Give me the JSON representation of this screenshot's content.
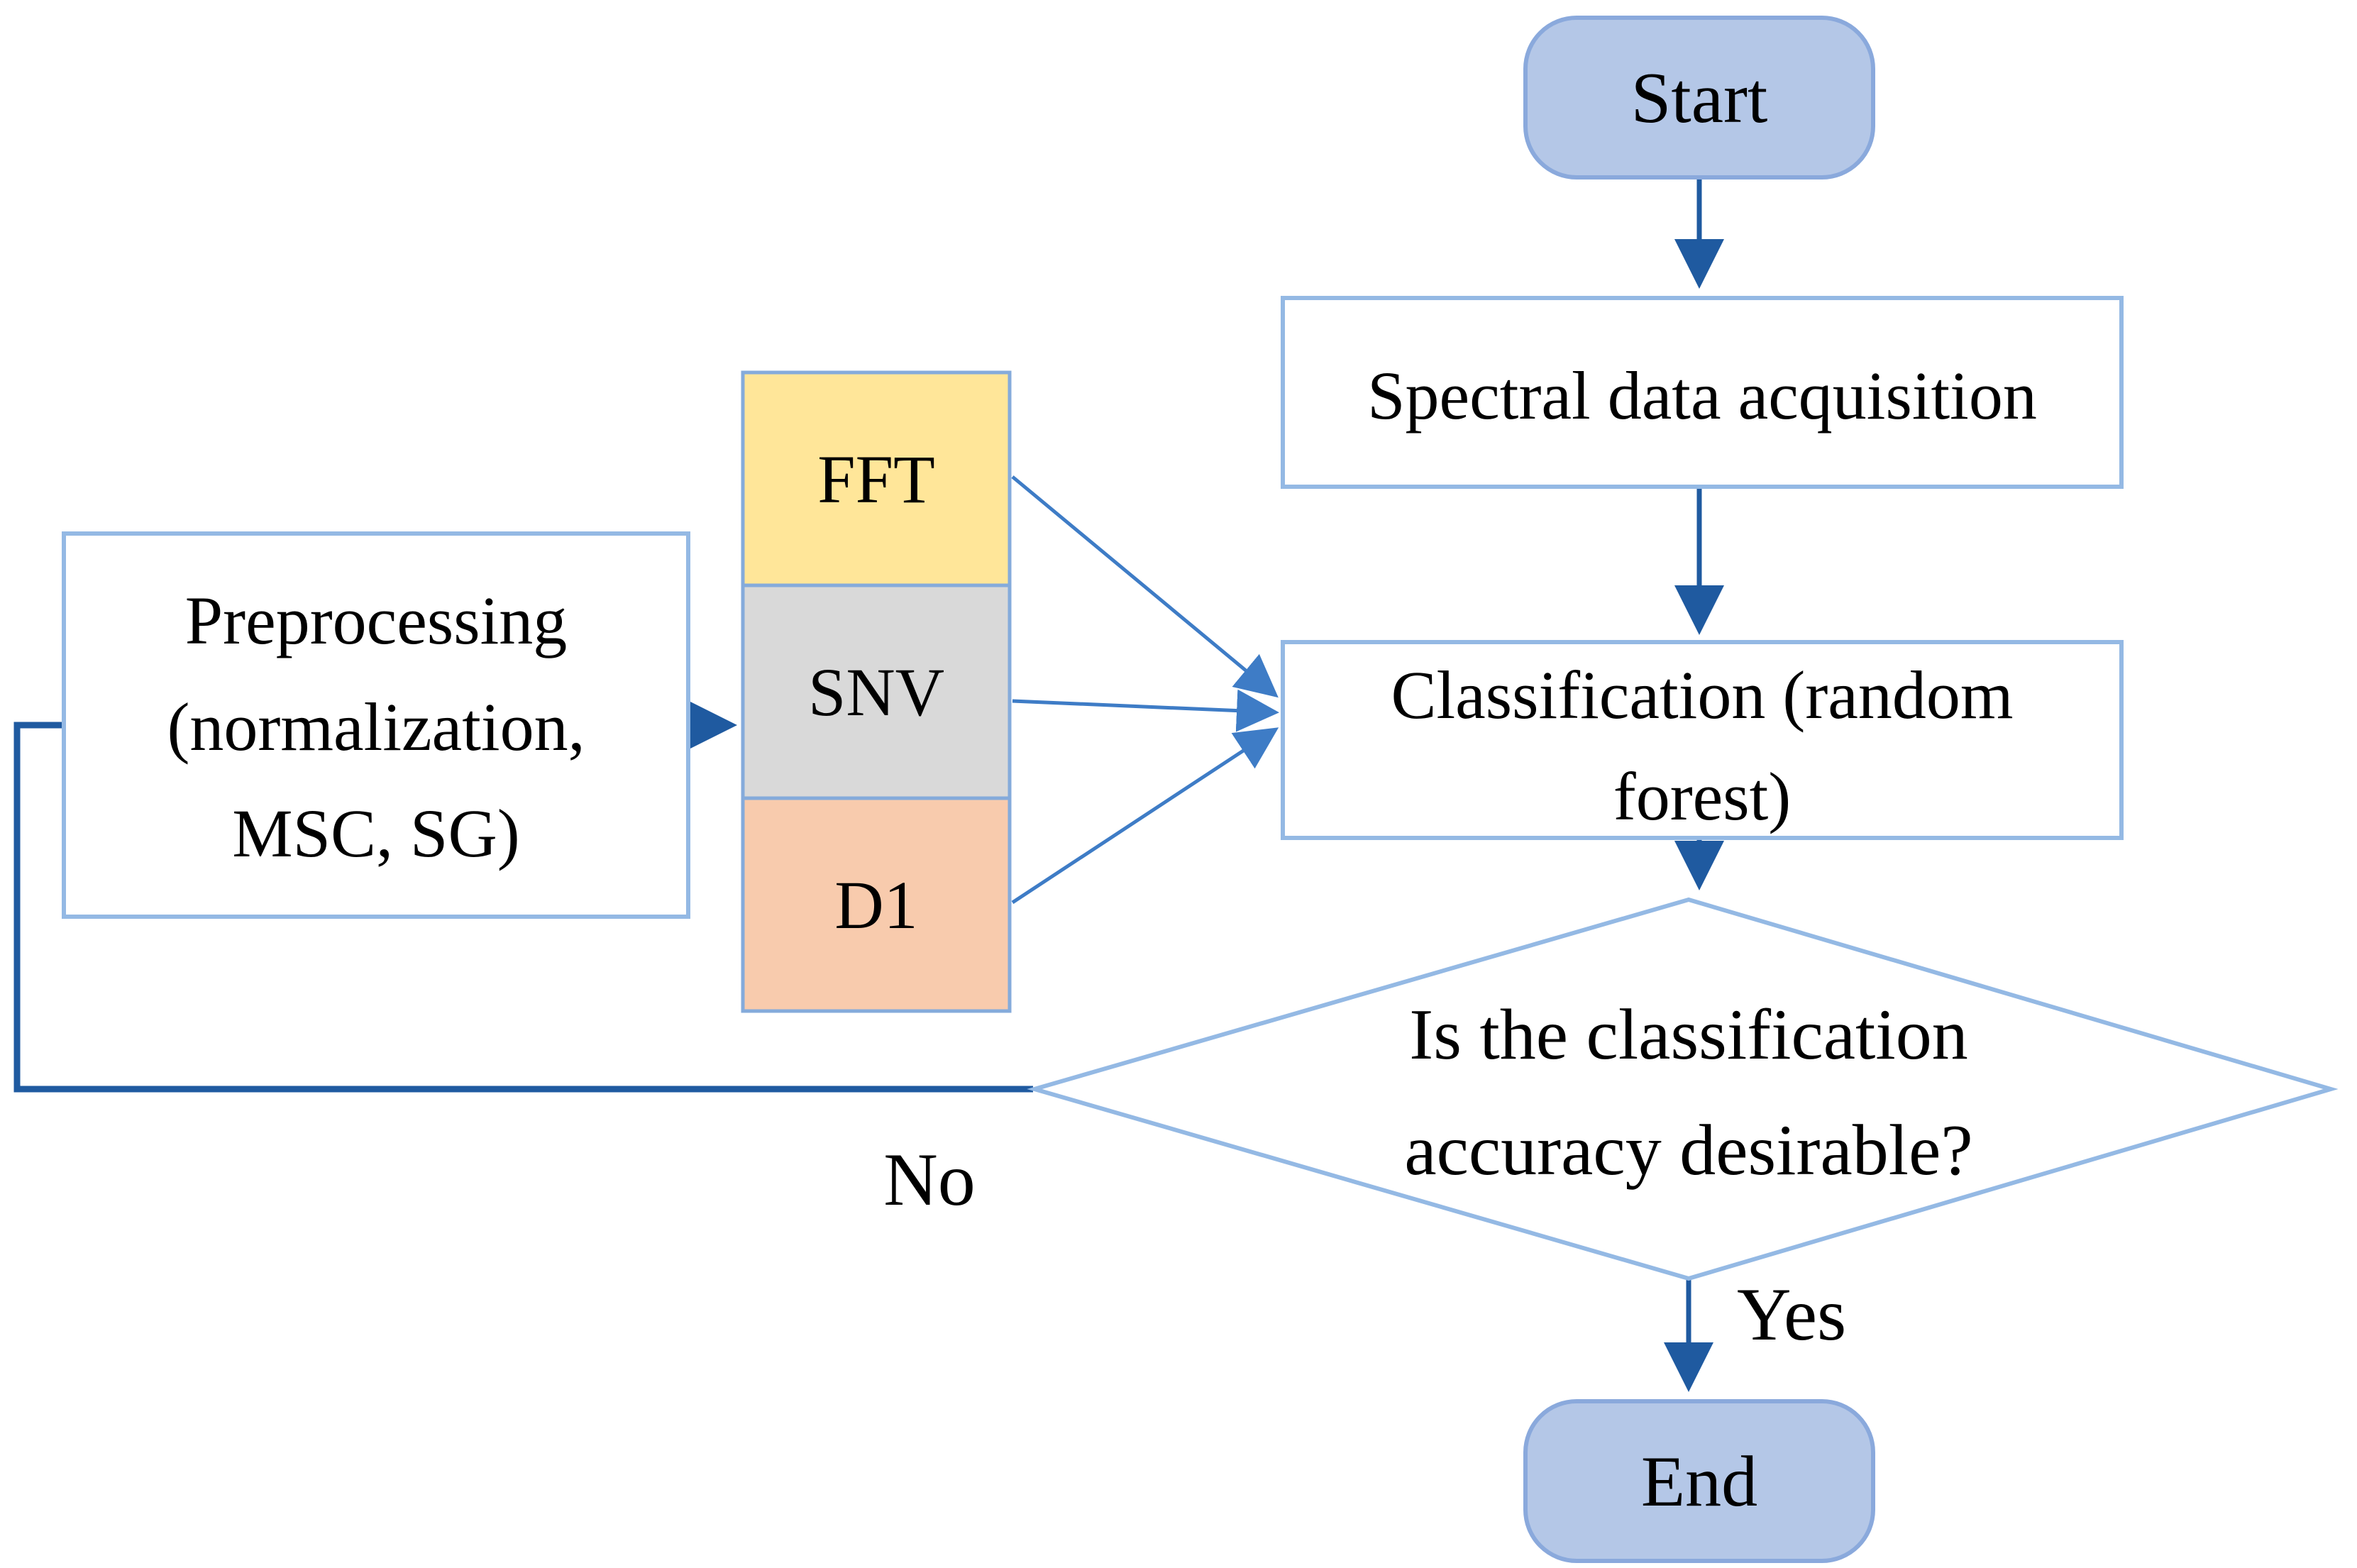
{
  "flowchart": {
    "nodes": {
      "start": {
        "label": "Start"
      },
      "spectral": {
        "label": "Spectral data acquisition"
      },
      "classification": {
        "lines": [
          "Classification (random",
          "forest)"
        ]
      },
      "decision": {
        "lines": [
          "Is the classification",
          "accuracy desirable?"
        ]
      },
      "end": {
        "label": "End"
      },
      "preprocessing": {
        "lines": [
          "Preprocessing",
          "(normalization,",
          "MSC, SG)"
        ]
      },
      "methods": [
        {
          "label": "FFT",
          "fill": "#ffe699"
        },
        {
          "label": "SNV",
          "fill": "#d9d9d9"
        },
        {
          "label": "D1",
          "fill": "#f8cbad"
        }
      ]
    },
    "edge_labels": {
      "yes": "Yes",
      "no": "No"
    },
    "colors": {
      "terminator_fill": "#b4c7e7",
      "terminator_border": "#8aa9dc",
      "process_border": "#94b9e4",
      "process_fill": "#ffffff",
      "stack_border": "#85abdb",
      "arrow_dark": "#1f5aa0",
      "connector_blue": "#3e7cc6",
      "text": "#000000"
    }
  }
}
